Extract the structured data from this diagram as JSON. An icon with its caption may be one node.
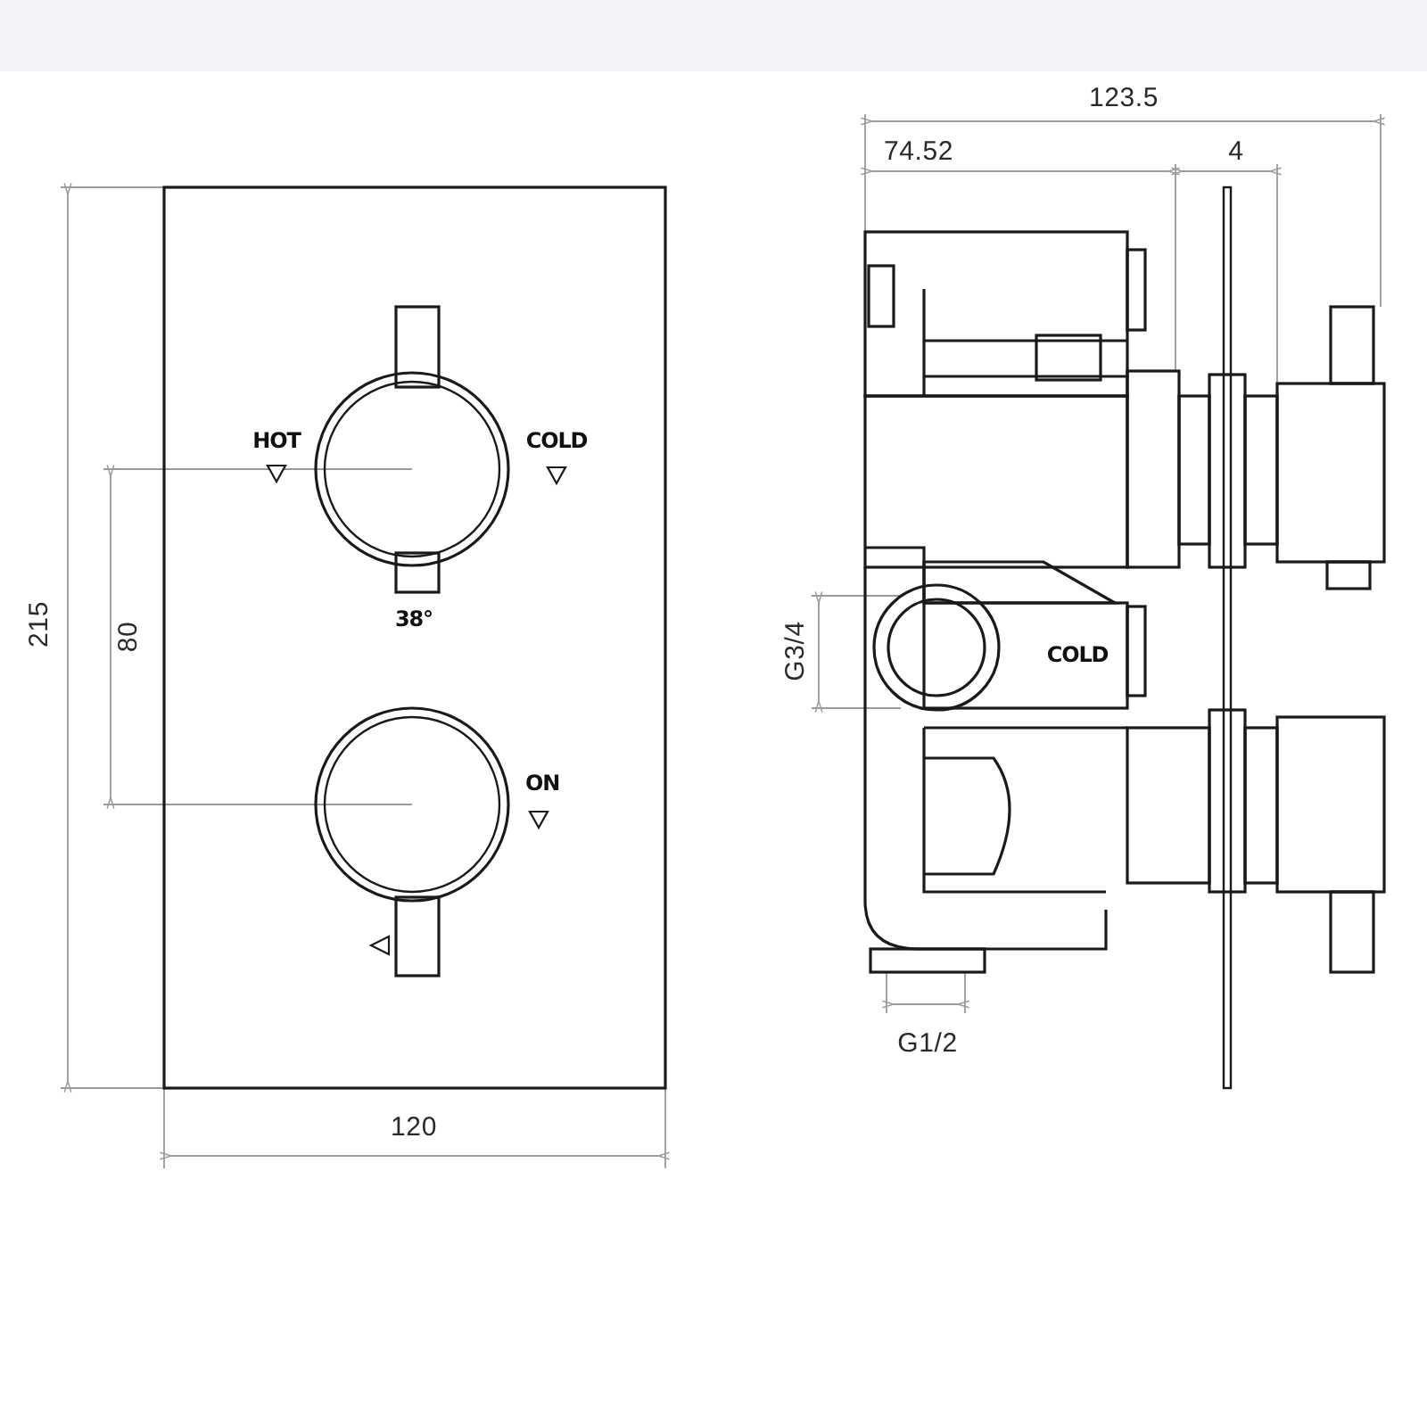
{
  "diagram": {
    "labels": [
      "123.5",
      "74.52",
      "4",
      "215",
      "80",
      "HOT",
      "COLD",
      "38°",
      "ON",
      "G3/4",
      "COLD",
      "120",
      "G1/2"
    ]
  }
}
